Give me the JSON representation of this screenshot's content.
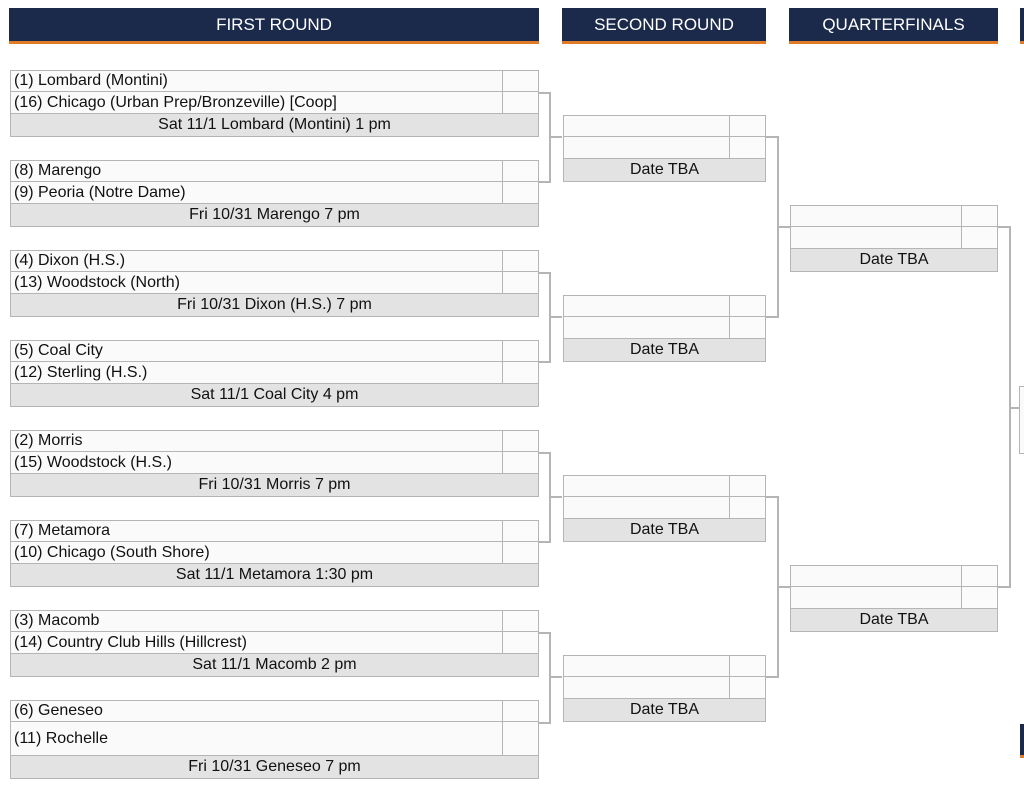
{
  "rounds": {
    "first": "FIRST ROUND",
    "second": "SECOND ROUND",
    "quarter": "QUARTERFINALS"
  },
  "first_round": [
    {
      "top": "(1) Lombard (Montini)",
      "bottom": "(16) Chicago (Urban Prep/Bronzeville) [Coop]",
      "info": "Sat 11/1 Lombard (Montini) 1 pm"
    },
    {
      "top": "(8) Marengo",
      "bottom": "(9) Peoria (Notre Dame)",
      "info": "Fri 10/31 Marengo 7 pm"
    },
    {
      "top": "(4) Dixon (H.S.)",
      "bottom": "(13) Woodstock (North)",
      "info": "Fri 10/31 Dixon (H.S.) 7 pm"
    },
    {
      "top": "(5) Coal City",
      "bottom": "(12) Sterling (H.S.)",
      "info": "Sat 11/1 Coal City 4 pm"
    },
    {
      "top": "(2) Morris",
      "bottom": "(15) Woodstock (H.S.)",
      "info": "Fri 10/31 Morris 7 pm"
    },
    {
      "top": "(7) Metamora",
      "bottom": "(10) Chicago (South Shore)",
      "info": "Sat 11/1 Metamora 1:30 pm"
    },
    {
      "top": "(3) Macomb",
      "bottom": "(14) Country Club Hills (Hillcrest)",
      "info": "Sat 11/1 Macomb 2 pm"
    },
    {
      "top": "(6) Geneseo",
      "bottom": "(11) Rochelle",
      "info": "Fri 10/31 Geneseo 7 pm"
    }
  ],
  "second_round": [
    {
      "info": "Date TBA"
    },
    {
      "info": "Date TBA"
    },
    {
      "info": "Date TBA"
    },
    {
      "info": "Date TBA"
    }
  ],
  "quarterfinals": [
    {
      "info": "Date TBA"
    },
    {
      "info": "Date TBA"
    }
  ]
}
